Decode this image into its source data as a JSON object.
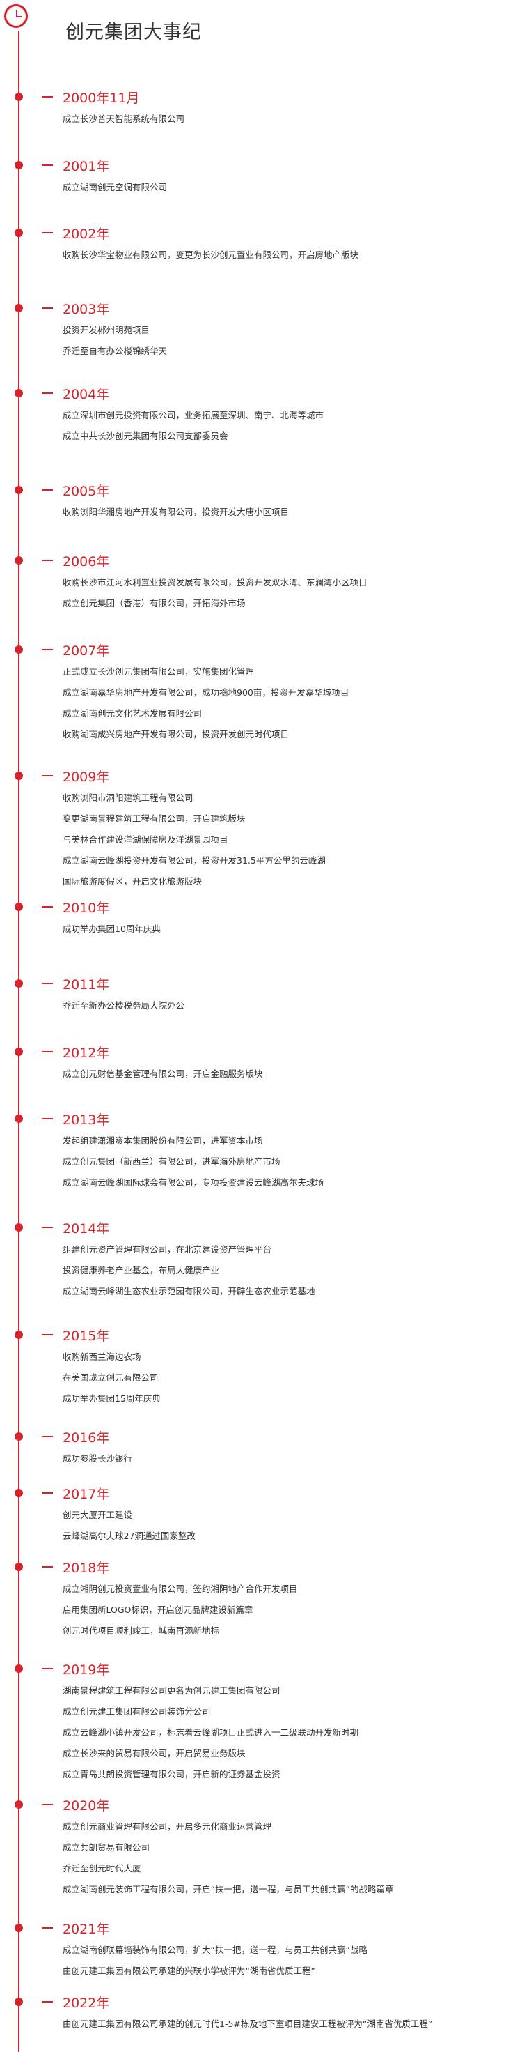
{
  "title": "创元集团大事纪",
  "timeline": [
    {
      "year": "2000年11月",
      "items": [
        "成立长沙普天智能系统有限公司"
      ]
    },
    {
      "year": "2001年",
      "items": [
        "成立湖南创元空调有限公司"
      ]
    },
    {
      "year": "2002年",
      "items": [
        "收购长沙华宝物业有限公司，变更为长沙创元置业有限公司，开启房地产版块"
      ]
    },
    {
      "year": "2003年",
      "items": [
        "投资开发郴州明苑项目",
        "乔迁至自有办公楼锦绣华天"
      ]
    },
    {
      "year": "2004年",
      "items": [
        "成立深圳市创元投资有限公司，业务拓展至深圳、南宁、北海等城市",
        "成立中共长沙创元集团有限公司支部委员会"
      ]
    },
    {
      "year": "2005年",
      "items": [
        "收购浏阳华湘房地产开发有限公司，投资开发大唐小区项目"
      ]
    },
    {
      "year": "2006年",
      "items": [
        "收购长沙市江河水利置业投资发展有限公司，投资开发双水湾、东澜湾小区项目",
        "成立创元集团（香港）有限公司，开拓海外市场"
      ]
    },
    {
      "year": "2007年",
      "items": [
        "正式成立长沙创元集团有限公司，实施集团化管理",
        "成立湖南嘉华房地产开发有限公司，成功摘地900亩，投资开发嘉华城项目",
        "成立湖南创元文化艺术发展有限公司",
        "收购湖南成兴房地产开发有限公司，投资开发创元时代项目"
      ]
    },
    {
      "year": "2009年",
      "items": [
        "收购浏阳市洞阳建筑工程有限公司",
        "变更湖南景程建筑工程有限公司，开启建筑版块",
        "与美林合作建设洋湖保障房及洋湖景园项目",
        "成立湖南云峰湖投资开发有限公司，投资开发31.5平方公里的云峰湖",
        "国际旅游度假区，开启文化旅游版块"
      ]
    },
    {
      "year": "2010年",
      "items": [
        "成功举办集团10周年庆典"
      ]
    },
    {
      "year": "2011年",
      "items": [
        "乔迁至新办公楼税务局大院办公"
      ]
    },
    {
      "year": "2012年",
      "items": [
        "成立创元财信基金管理有限公司，开启金融服务版块"
      ]
    },
    {
      "year": "2013年",
      "items": [
        "发起组建潇湘资本集团股份有限公司，进军资本市场",
        "成立创元集团（新西兰）有限公司，进军海外房地产市场",
        "成立湖南云峰湖国际球会有限公司，专项投资建设云峰湖高尔夫球场"
      ]
    },
    {
      "year": "2014年",
      "items": [
        "组建创元资产管理有限公司，在北京建设资产管理平台",
        "投资健康养老产业基金，布局大健康产业",
        "成立湖南云峰湖生态农业示范园有限公司，开辟生态农业示范基地"
      ]
    },
    {
      "year": "2015年",
      "items": [
        "收购新西兰海边农场",
        "在美国成立创元有限公司",
        "成功举办集团15周年庆典"
      ]
    },
    {
      "year": "2016年",
      "items": [
        "成功参股长沙银行"
      ]
    },
    {
      "year": "2017年",
      "items": [
        "创元大厦开工建设",
        "云峰湖高尔夫球27洞通过国家整改"
      ]
    },
    {
      "year": "2018年",
      "items": [
        "成立湘阴创元投资置业有限公司，签约湘阴地产合作开发项目",
        "启用集团新LOGO标识，开启创元品牌建设新篇章",
        "创元时代项目顺利竣工，城南再添新地标"
      ]
    },
    {
      "year": "2019年",
      "items": [
        "湖南景程建筑工程有限公司更名为创元建工集团有限公司",
        "成立创元建工集团有限公司装饰分公司",
        "成立云峰湖小镇开发公司，标志着云峰湖项目正式进入一二级联动开发新时期",
        "成立长沙来的贸易有限公司，开启贸易业务版块",
        "成立青岛共朗投资管理有限公司，开启新的证券基金投资"
      ]
    },
    {
      "year": "2020年",
      "items": [
        "成立创元商业管理有限公司，开启多元化商业运营管理",
        "成立共朗贸易有限公司",
        "乔迁至创元时代大厦",
        "成立湖南创元装饰工程有限公司，开启“扶一把，送一程，与员工共创共赢”的战略篇章"
      ]
    },
    {
      "year": "2021年",
      "items": [
        "成立湖南创联幕墙装饰有限公司，扩大“扶一把，送一程，与员工共创共赢”战略",
        "由创元建工集团有限公司承建的兴联小学被评为“湖南省优质工程”"
      ]
    },
    {
      "year": "2022年",
      "items": [
        "由创元建工集团有限公司承建的创元时代1-5#栋及地下室项目建安工程被评为“湖南省优质工程”"
      ]
    }
  ]
}
